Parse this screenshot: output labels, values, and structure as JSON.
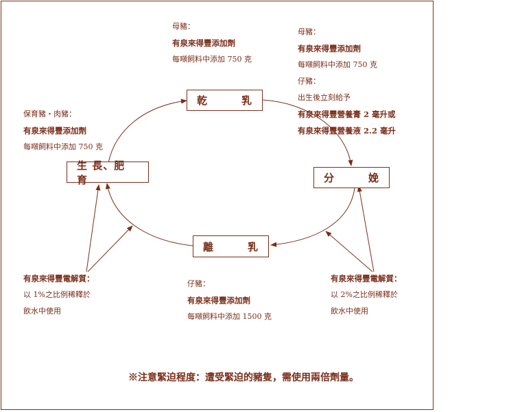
{
  "stages": {
    "nursing": [
      "乾",
      "乳"
    ],
    "farrowing": [
      "分",
      "娩"
    ],
    "weaning": [
      "離",
      "乳"
    ],
    "growing": "生 長、肥 育"
  },
  "notes": {
    "sow_nursing": {
      "who": "母豬：",
      "product": "有泉來得豐添加劑",
      "dose": "每噸飼料中添加 750 克"
    },
    "farrowing": {
      "who": "母豬：",
      "product": "有泉來得豐添加劑",
      "dose": "每噸飼料中添加 750 克",
      "piglet_who": "仔豬：",
      "piglet_action": "出生後立刻給予",
      "piglet_product1": "有泉來得豐營養膏 2 毫升或",
      "piglet_product2": "有泉來得豐營養液 2.2 毫升"
    },
    "growing": {
      "who": "保育豬‧肉豬：",
      "product": "有泉來得豐添加劑",
      "dose": "每噸飼料中添加 750 克"
    },
    "weaning": {
      "who": "仔豬：",
      "product": "有泉來得豐添加劑",
      "dose": "每噸飼料中添加 1500 克"
    },
    "electrolyte_left": {
      "product": "有泉來得豐電解質：",
      "ratio": "以 1%之比例稀釋於",
      "use": "飲水中使用"
    },
    "electrolyte_right": {
      "product": "有泉來得豐電解質：",
      "ratio": "以 2%之比例稀釋於",
      "use": "飲水中使用"
    }
  },
  "footer": "※注意緊迫程度：遭受緊迫的豬隻，需使用兩倍劑量。",
  "colors": {
    "accent": "#7a2e1a",
    "background": "#ffffff"
  }
}
